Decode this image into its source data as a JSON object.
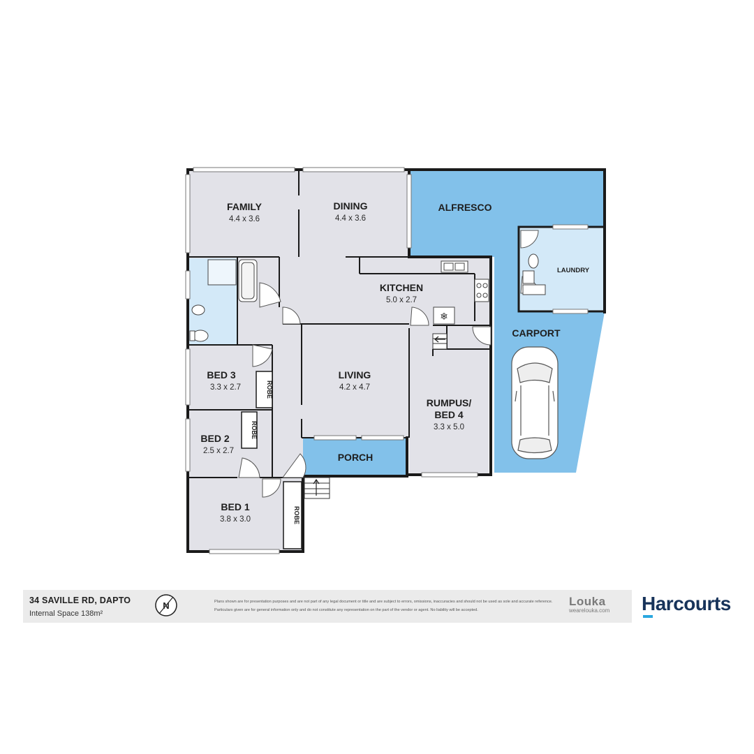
{
  "rooms": {
    "family": {
      "name": "FAMILY",
      "dims": "4.4 x 3.6"
    },
    "dining": {
      "name": "DINING",
      "dims": "4.4 x 3.6"
    },
    "kitchen": {
      "name": "KITCHEN",
      "dims": "5.0 x 2.7"
    },
    "living": {
      "name": "LIVING",
      "dims": "4.2 x 4.7"
    },
    "rumpus": {
      "name_line1": "RUMPUS/",
      "name_line2": "BED 4",
      "dims": "3.3 x 5.0"
    },
    "bed3": {
      "name": "BED 3",
      "dims": "3.3 x 2.7"
    },
    "bed2": {
      "name": "BED 2",
      "dims": "2.5 x 2.7"
    },
    "bed1": {
      "name": "BED 1",
      "dims": "3.8 x 3.0"
    },
    "alfresco": {
      "name": "ALFRESCO"
    },
    "laundry": {
      "name": "LAUNDRY"
    },
    "carport": {
      "name": "CARPORT"
    },
    "porch": {
      "name": "PORCH"
    },
    "robe": {
      "label": "ROBE"
    }
  },
  "colors": {
    "wall": "#1a1a1a",
    "interior": "#e2e2e8",
    "outdoor": "#82c1ea",
    "wet": "#d3e9f8"
  },
  "footer": {
    "address": "34 SAVILLE RD, DAPTO",
    "internal_space": "Internal Space 138m²",
    "compass_letter": "N",
    "disclaimer": "Plans shown are for presentation purposes and are not part of any legal document or title and are subject to errors, omissions, inaccuracies and should not be used as sole and accurate reference. Particulars given are for general information only and do not constitute any representation on the part of the vendor or agent. No liability will be accepted.",
    "louka_name": "Louka",
    "louka_url": "wearelouka.com",
    "brand": "Harcourts"
  }
}
